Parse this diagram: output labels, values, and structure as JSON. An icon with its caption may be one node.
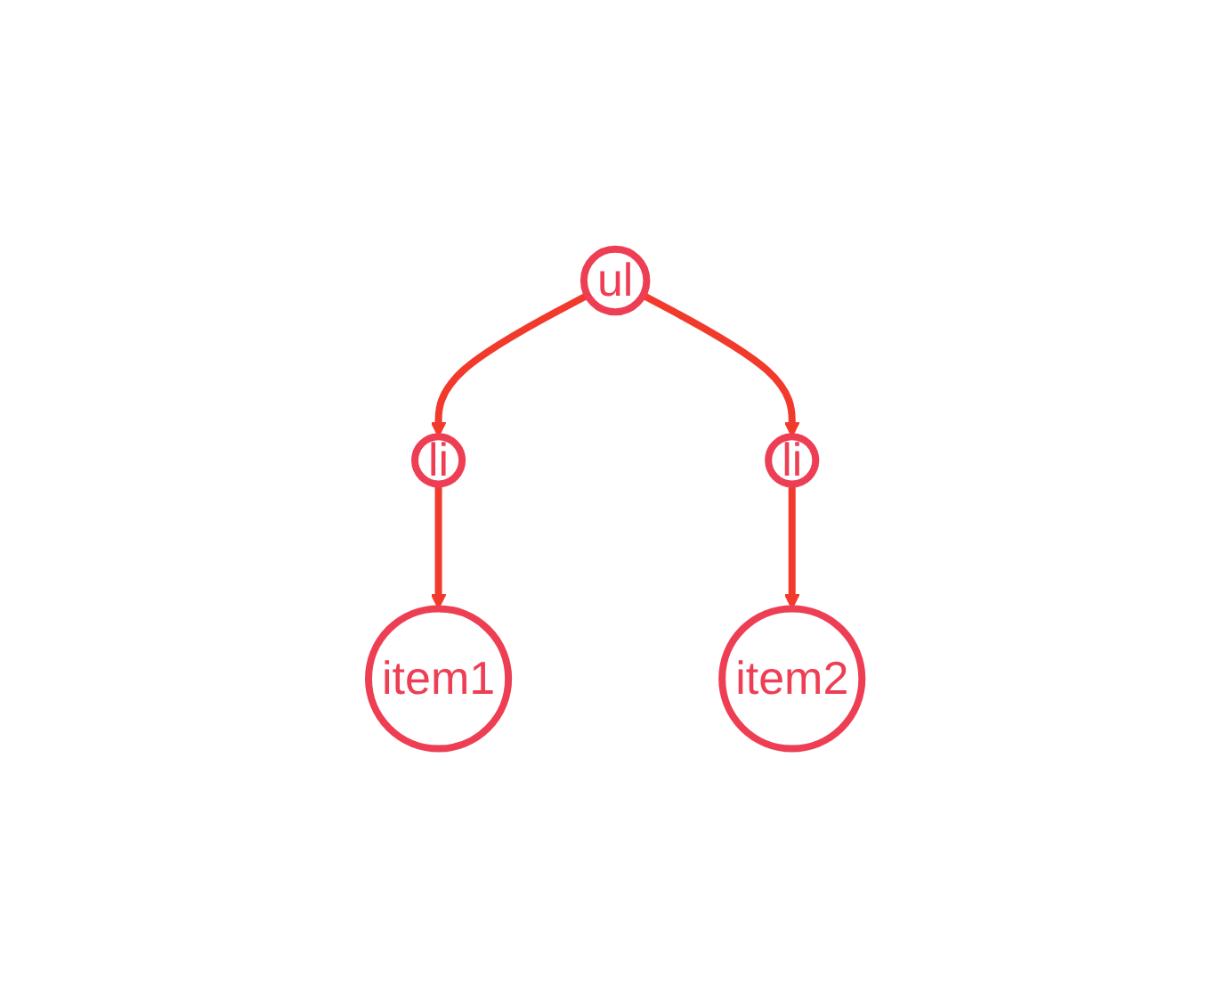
{
  "diagram": {
    "nodes": [
      {
        "text": [
          "ul"
        ]
      },
      {
        "text": [
          "li"
        ]
      },
      {
        "text": [
          "li"
        ]
      },
      {
        "text": [
          "item1"
        ]
      },
      {
        "text": [
          "item2"
        ]
      }
    ],
    "edges": [
      {
        "from": 0,
        "to": 1,
        "arrow": "to"
      },
      {
        "from": 0,
        "to": 2,
        "arrow": "to"
      },
      {
        "from": 1,
        "to": 3,
        "arrow": "to"
      },
      {
        "from": 2,
        "to": 4,
        "arrow": "to"
      }
    ]
  }
}
